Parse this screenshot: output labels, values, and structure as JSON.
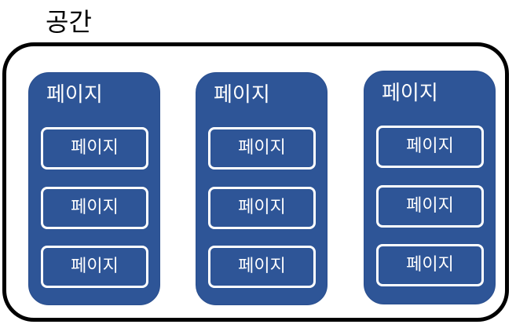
{
  "space": {
    "title": "공간"
  },
  "colors": {
    "card_fill": "#2e5597",
    "outline": "#000000",
    "text_on_card": "#ffffff"
  },
  "pages": [
    {
      "title": "페이지",
      "children": [
        {
          "label": "페이지"
        },
        {
          "label": "페이지"
        },
        {
          "label": "페이지"
        }
      ]
    },
    {
      "title": "페이지",
      "children": [
        {
          "label": "페이지"
        },
        {
          "label": "페이지"
        },
        {
          "label": "페이지"
        }
      ]
    },
    {
      "title": "페이지",
      "children": [
        {
          "label": "페이지"
        },
        {
          "label": "페이지"
        },
        {
          "label": "페이지"
        }
      ]
    }
  ]
}
